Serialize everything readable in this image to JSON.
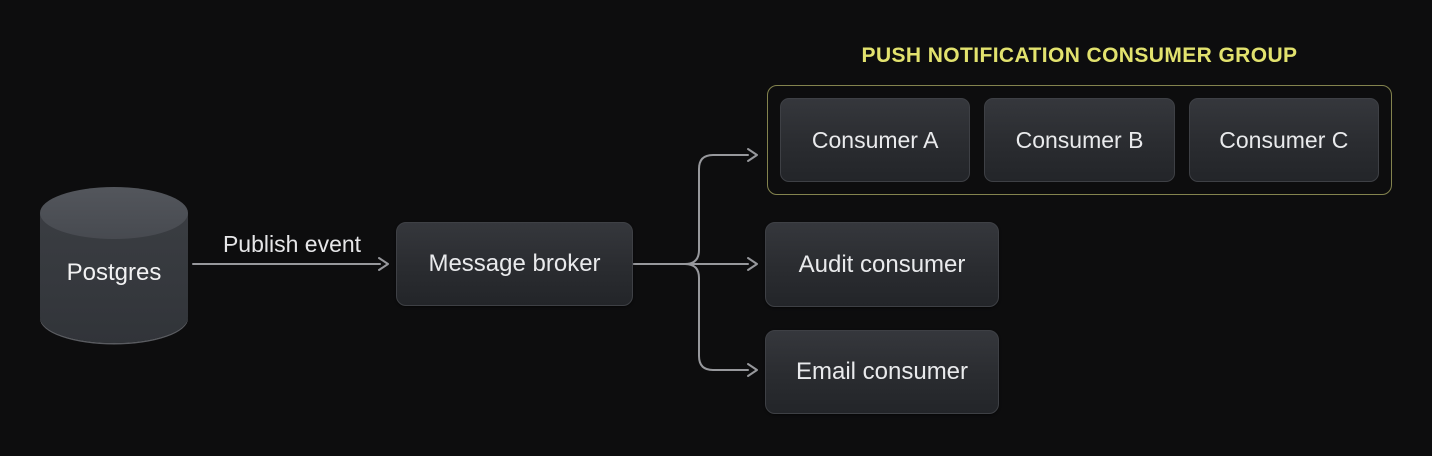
{
  "diagram": {
    "background": "#0d0d0e",
    "arrow_color": "#97989c",
    "accent_yellow": "#e2e26e",
    "group_border_color": "#83834e",
    "node_fill": "#2a2c30",
    "node_text_color": "#e9eaec"
  },
  "nodes": {
    "database": {
      "label": "Postgres",
      "shape": "cylinder"
    },
    "broker": {
      "label": "Message broker"
    },
    "audit": {
      "label": "Audit consumer"
    },
    "email": {
      "label": "Email consumer"
    }
  },
  "edges": {
    "publish": {
      "label": "Publish event"
    }
  },
  "consumer_group": {
    "title": "PUSH NOTIFICATION CONSUMER GROUP",
    "consumers": [
      {
        "label": "Consumer A"
      },
      {
        "label": "Consumer B"
      },
      {
        "label": "Consumer C"
      }
    ]
  }
}
